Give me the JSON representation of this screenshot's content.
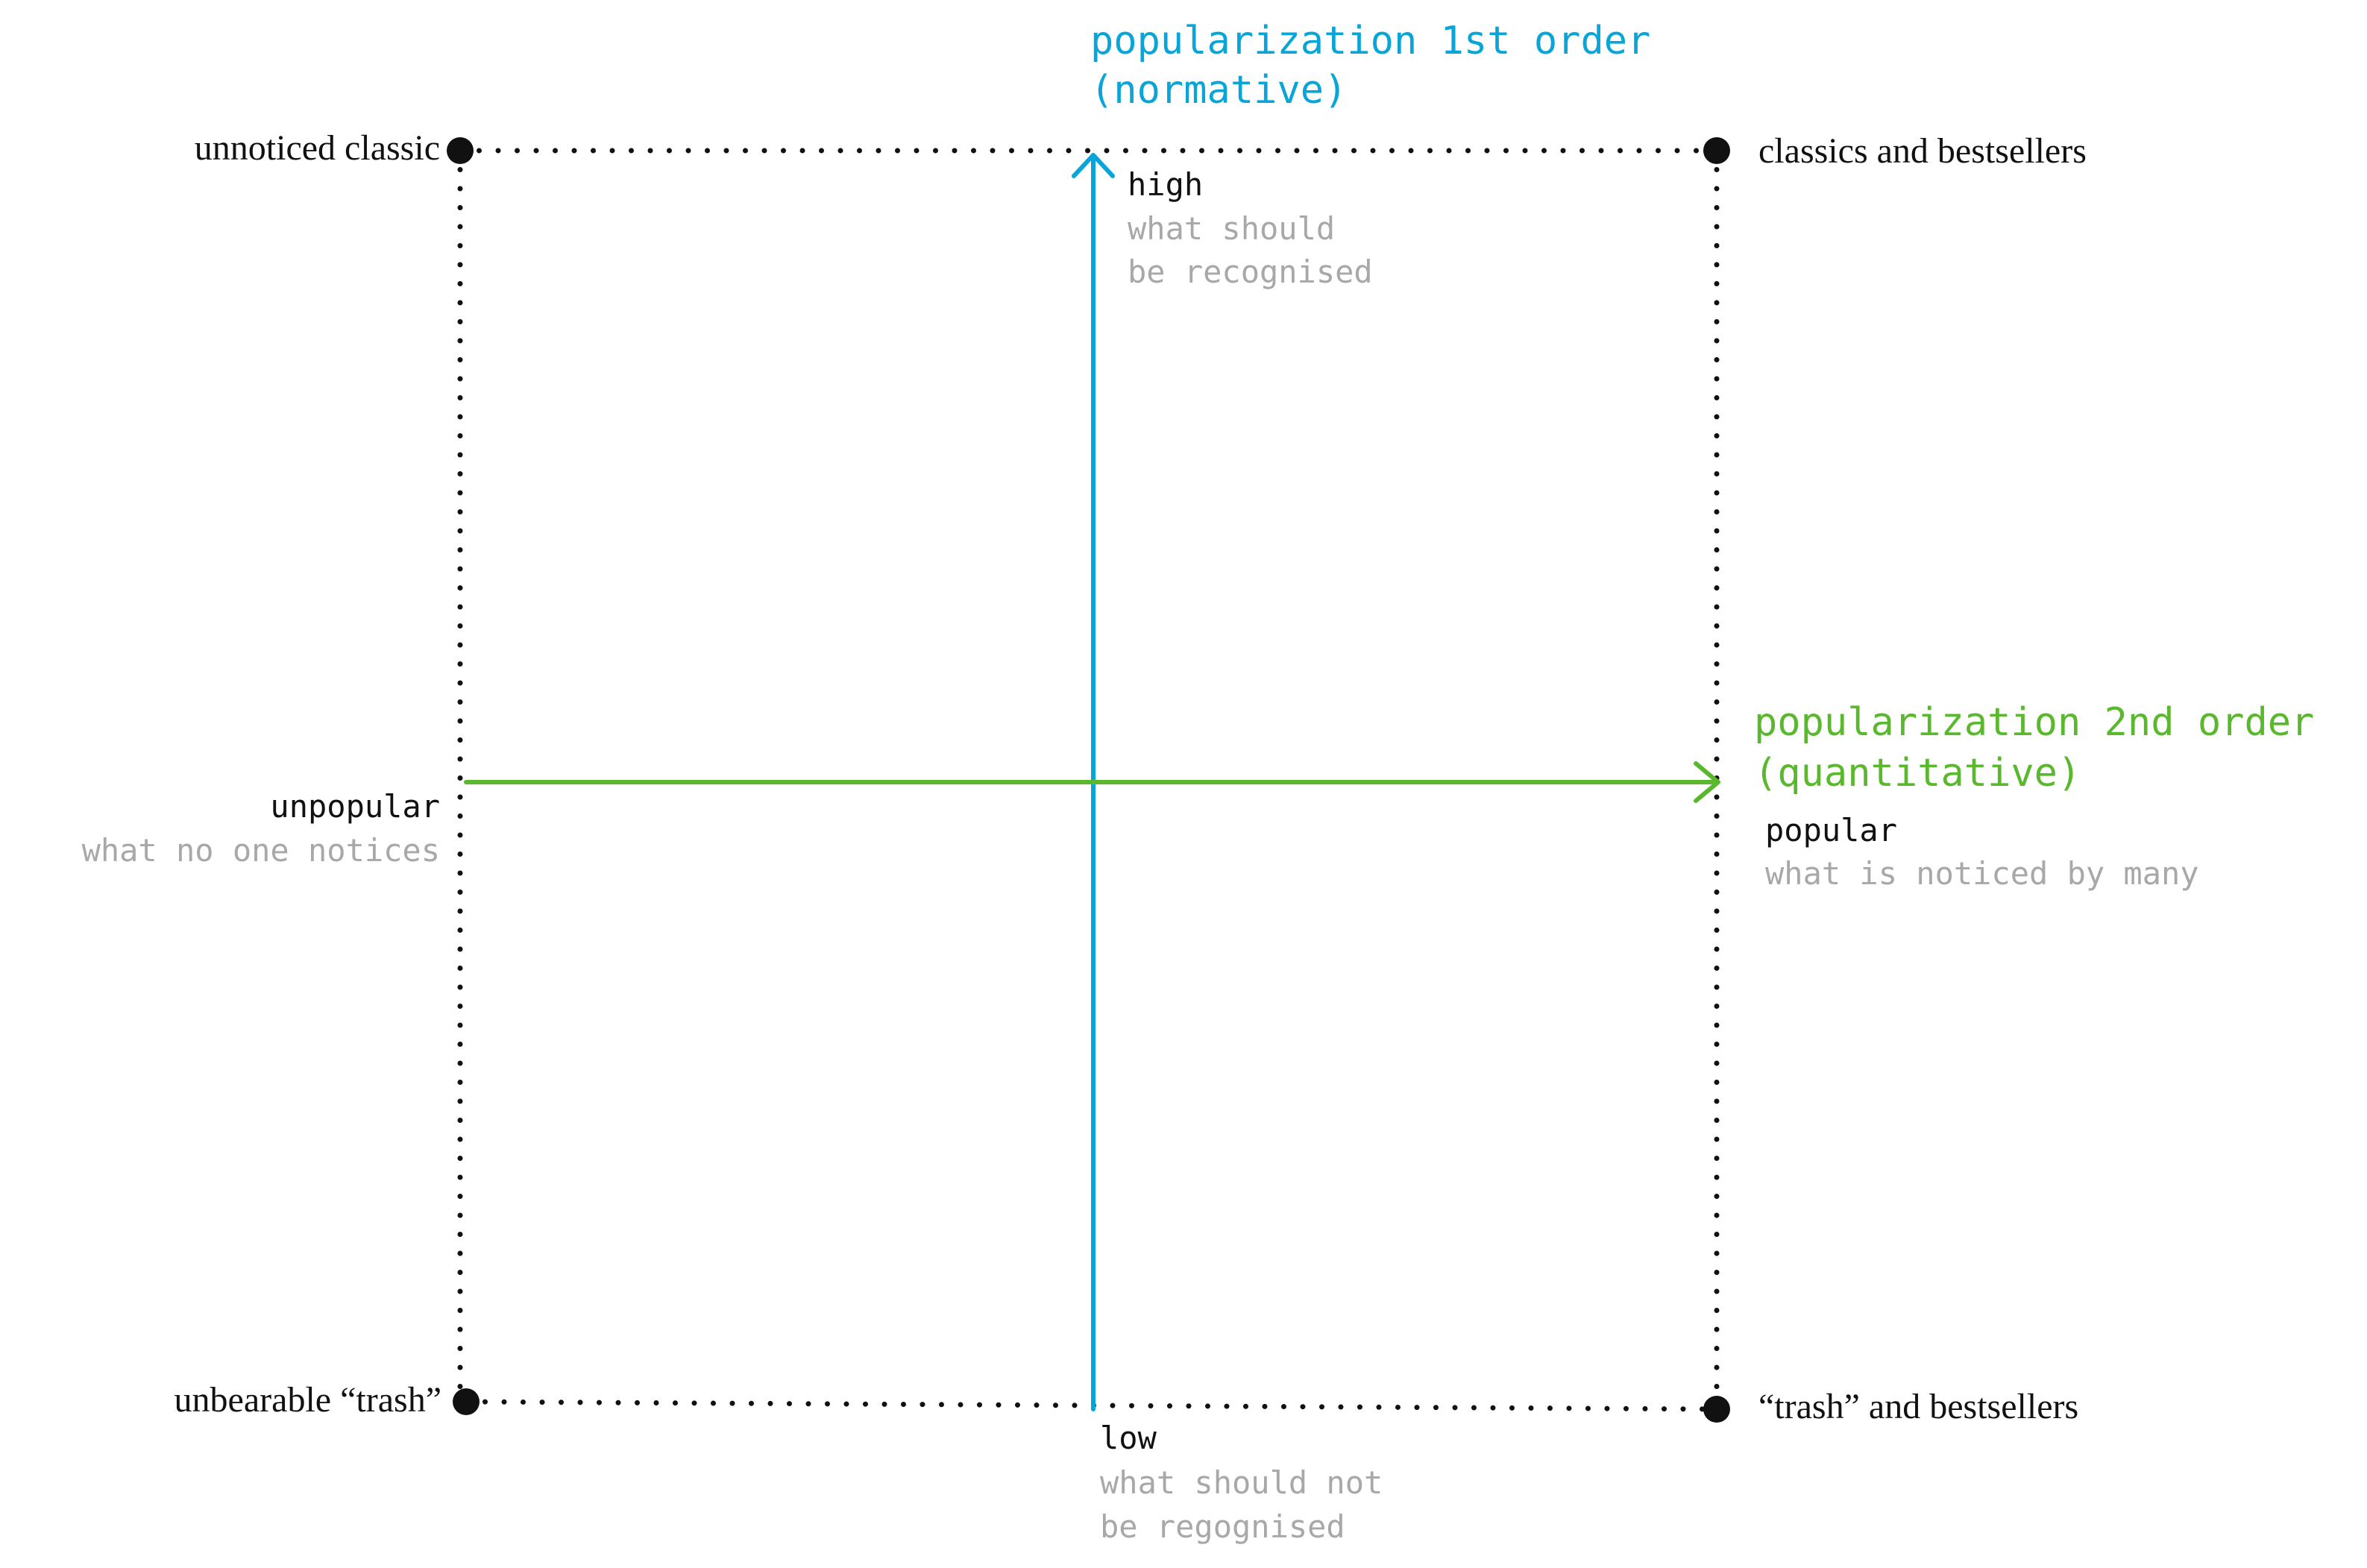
{
  "colors": {
    "vertical_axis": "#0aa5d8",
    "horizontal_axis": "#5ab82e",
    "frame": "#111111",
    "label_dark": "#111111",
    "label_muted": "#a8a8a8"
  },
  "axes": {
    "vertical": {
      "title_line1": "popularization 1st order",
      "title_line2": "(normative)",
      "high": {
        "label": "high",
        "desc_line1": "what should",
        "desc_line2": "be recognised"
      },
      "low": {
        "label": "low",
        "desc_line1": "what should not",
        "desc_line2": "be regognised"
      }
    },
    "horizontal": {
      "title_line1": "popularization 2nd order",
      "title_line2": "(quantitative)",
      "left": {
        "label": "unpopular",
        "desc": "what no one notices"
      },
      "right": {
        "label": "popular",
        "desc": "what is noticed by many"
      }
    }
  },
  "corners": {
    "top_left": "unnoticed classic",
    "top_right": "classics and bestsellers",
    "bottom_left": "unbearable “trash”",
    "bottom_right": "“trash” and bestsellers"
  }
}
